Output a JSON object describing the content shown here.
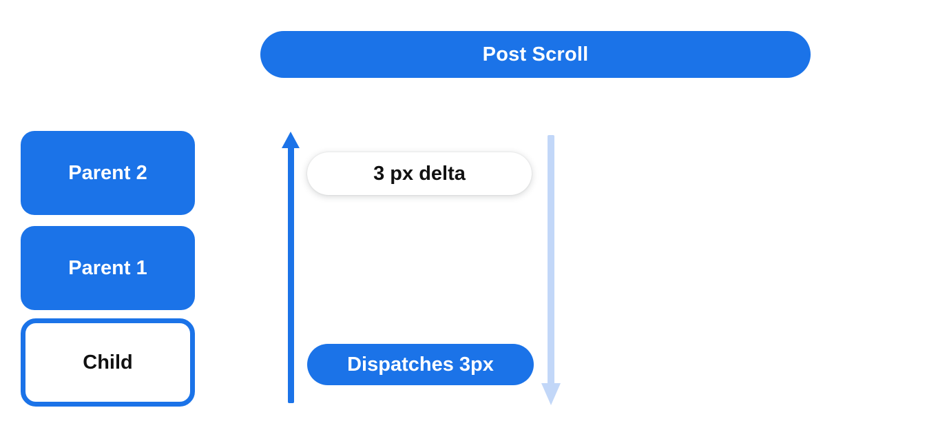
{
  "diagram": {
    "title_pill": {
      "label": "Post Scroll"
    },
    "nodes": [
      {
        "label": "Parent 2",
        "style": "filled"
      },
      {
        "label": "Parent 1",
        "style": "filled"
      },
      {
        "label": "Child",
        "style": "outlined"
      }
    ],
    "annotations": {
      "delta_pill": "3 px delta",
      "dispatch_pill": "Dispatches 3px"
    },
    "arrows": [
      {
        "name": "upward-scroll-arrow",
        "direction": "up",
        "color": "#1b73e8"
      },
      {
        "name": "downward-scroll-arrow",
        "direction": "down",
        "color": "#c2d7f8"
      }
    ],
    "colors": {
      "primary_blue": "#1b73e8",
      "light_blue": "#c2d7f8",
      "text_on_blue": "#ffffff",
      "text_dark": "#111111",
      "background": "#ffffff"
    }
  }
}
